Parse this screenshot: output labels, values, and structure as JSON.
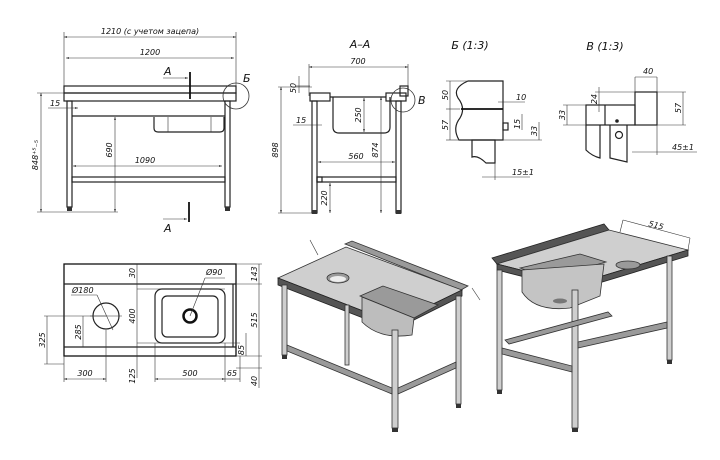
{
  "front_view": {
    "dim_overall": "1210 (с учетом зацепа)",
    "dim_width": "1200",
    "dim_height": "848⁺⁵₋₅",
    "dim_15": "15",
    "dim_690": "690",
    "dim_1090": "1090",
    "section_mark": "А",
    "detail_mark": "Б"
  },
  "section_view": {
    "title": "А–А",
    "dim_700": "700",
    "dim_50": "50",
    "dim_15": "15",
    "dim_250": "250",
    "dim_898": "898",
    "dim_874": "874",
    "dim_560": "560",
    "dim_220": "220",
    "detail_mark": "В"
  },
  "detail_b": {
    "title": "Б (1:3)",
    "dims": [
      "50",
      "57",
      "10",
      "15",
      "33",
      "15±1"
    ]
  },
  "detail_v": {
    "title": "В (1:3)",
    "dims": [
      "40",
      "24",
      "57",
      "33",
      "45±1"
    ]
  },
  "plan_view": {
    "dia_hole": "Ø180",
    "dia_drain": "Ø90",
    "dims": [
      "30",
      "400",
      "125",
      "285",
      "325",
      "300",
      "500",
      "65",
      "143",
      "515",
      "85",
      "40"
    ]
  },
  "iso_view_right": {
    "dim_515": "515"
  }
}
